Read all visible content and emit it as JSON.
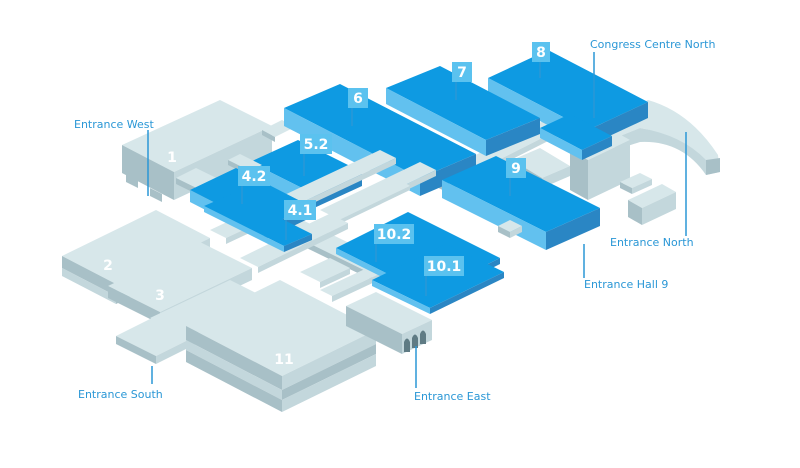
{
  "colors": {
    "hall_active_top": "#0e9ae2",
    "hall_active_side_light": "#62c1ef",
    "hall_active_side_dark": "#2a86c4",
    "hall_grey_top": "#d7e7ea",
    "hall_grey_side_light": "#c3d7dc",
    "hall_grey_side_dark": "#a8c0c7",
    "badge": "#5bc2ef",
    "label_text": "#2a97d6",
    "leader_line": "#2a97d6"
  },
  "halls": {
    "h1": "1",
    "h2": "2",
    "h3": "3",
    "h4_1": "4.1",
    "h4_2": "4.2",
    "h5_2": "5.2",
    "h6": "6",
    "h7": "7",
    "h8": "8",
    "h9": "9",
    "h10_1": "10.1",
    "h10_2": "10.2",
    "h11": "11"
  },
  "entrances": {
    "west": "Entrance West",
    "south": "Entrance South",
    "east": "Entrance East",
    "north": "Entrance North",
    "hall9": "Entrance Hall 9",
    "congress": "Congress Centre North"
  }
}
